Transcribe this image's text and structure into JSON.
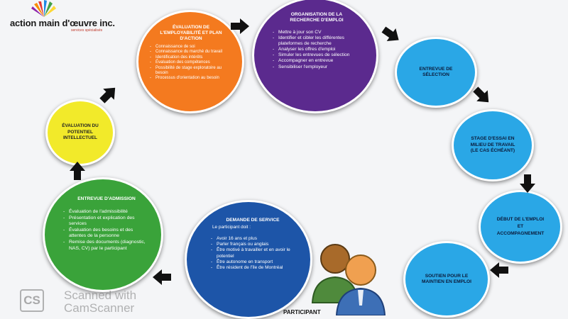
{
  "logo": {
    "name": "action main d'œuvre inc.",
    "tagline": "services spécialisés"
  },
  "nodes": {
    "evaluation_employabilite": {
      "title": "ÉVALUATION DE L'EMPLOYABILITÉ ET PLAN D'ACTION",
      "items": [
        "Connaissance de soi",
        "Connaissance du marché du travail",
        "Identification des intérêts",
        "Évaluation des compétences",
        "Possibilité de stage exploratoire au besoin",
        "Processus d'orientation au besoin"
      ],
      "color": "#f47a1f"
    },
    "organisation_recherche": {
      "title": "ORGANISATION DE LA RECHERCHE D'EMPLOI",
      "items": [
        "Mettre à jour son CV",
        "Identifier et cibler les différentes plateformes de recherche",
        "Analyser les offres d'emploi",
        "Simuler les entrevues de sélection",
        "Accompagner en entrevue",
        "Sensibiliser l'employeur"
      ],
      "color": "#5b2a8e"
    },
    "entrevue_selection": {
      "title": "ENTREVUE DE SÉLECTION",
      "color": "#2aa7e6"
    },
    "stage_essai": {
      "title": "STAGE D'ESSAI EN MILIEU DE TRAVAIL (LE CAS ÉCHÉANT)",
      "color": "#2aa7e6"
    },
    "debut_emploi": {
      "title": "DÉBUT DE L'EMPLOI ET ACCOMPAGNEMENT",
      "color": "#2aa7e6"
    },
    "soutien_maintien": {
      "title": "SOUTIEN POUR LE MAINTIEN EN EMPLOI",
      "color": "#2aa7e6"
    },
    "demande_service": {
      "title": "DEMANDE DE SERVICE",
      "subtitle": "Le participant doit :",
      "items": [
        "Avoir 16 ans et plus",
        "Parler français ou anglais",
        "Être motivé à travailler et en avoir le potentiel",
        "Être autonome en transport",
        "Être résident de l'île de Montréal"
      ],
      "color": "#1d55a8"
    },
    "entrevue_admission": {
      "title": "ENTREVUE D'ADMISSION",
      "items": [
        "Évaluation de l'admissibilité",
        "Présentation et explication des services",
        "Évaluation des besoins et des attentes de la personne",
        "Remise des documents (diagnostic, NAS, CV) par le participant"
      ],
      "color": "#3aa33a"
    },
    "evaluation_potentiel": {
      "title": "ÉVALUATION DU POTENTIEL INTELLECTUEL",
      "color": "#f2ea2a"
    }
  },
  "participant": {
    "label": "PARTICIPANT"
  },
  "watermark": {
    "badge": "CS",
    "line1": "Scanned with",
    "line2": "CamScanner"
  }
}
